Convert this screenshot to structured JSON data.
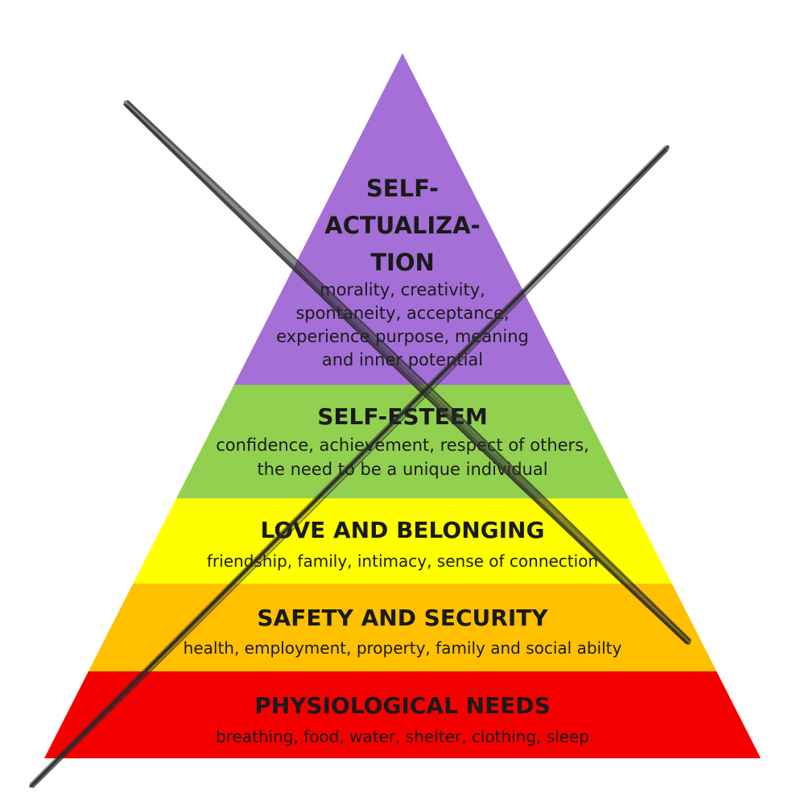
{
  "pyramid": {
    "tiers": [
      {
        "id": "self-actualization",
        "title_lines": [
          "SELF-",
          "ACTUALIZA-",
          "TION"
        ],
        "description_lines": [
          "morality, creativity,",
          "spontaneity, acceptance,",
          "experience purpose, meaning",
          "and inner potential"
        ],
        "color": "#a46fd6"
      },
      {
        "id": "self-esteem",
        "title_lines": [
          "SELF-ESTEEM"
        ],
        "description_lines": [
          "confidence, achievement, respect of others,",
          "the need to be a unique individual"
        ],
        "color": "#92d050"
      },
      {
        "id": "love-and-belonging",
        "title_lines": [
          "LOVE AND BELONGING"
        ],
        "description_lines": [
          "friendship, family, intimacy, sense of connection"
        ],
        "color": "#ffff00"
      },
      {
        "id": "safety-and-security",
        "title_lines": [
          "SAFETY AND SECURITY"
        ],
        "description_lines": [
          "health, employment, property, family and social abilty"
        ],
        "color": "#ffc000"
      },
      {
        "id": "physiological-needs",
        "title_lines": [
          "PHYSIOLOGICAL NEEDS"
        ],
        "description_lines": [
          "breathing, food, water, shelter, clothing, sleep"
        ],
        "color": "#f40000"
      }
    ],
    "cross_mark_color": "#2a2a2a"
  }
}
